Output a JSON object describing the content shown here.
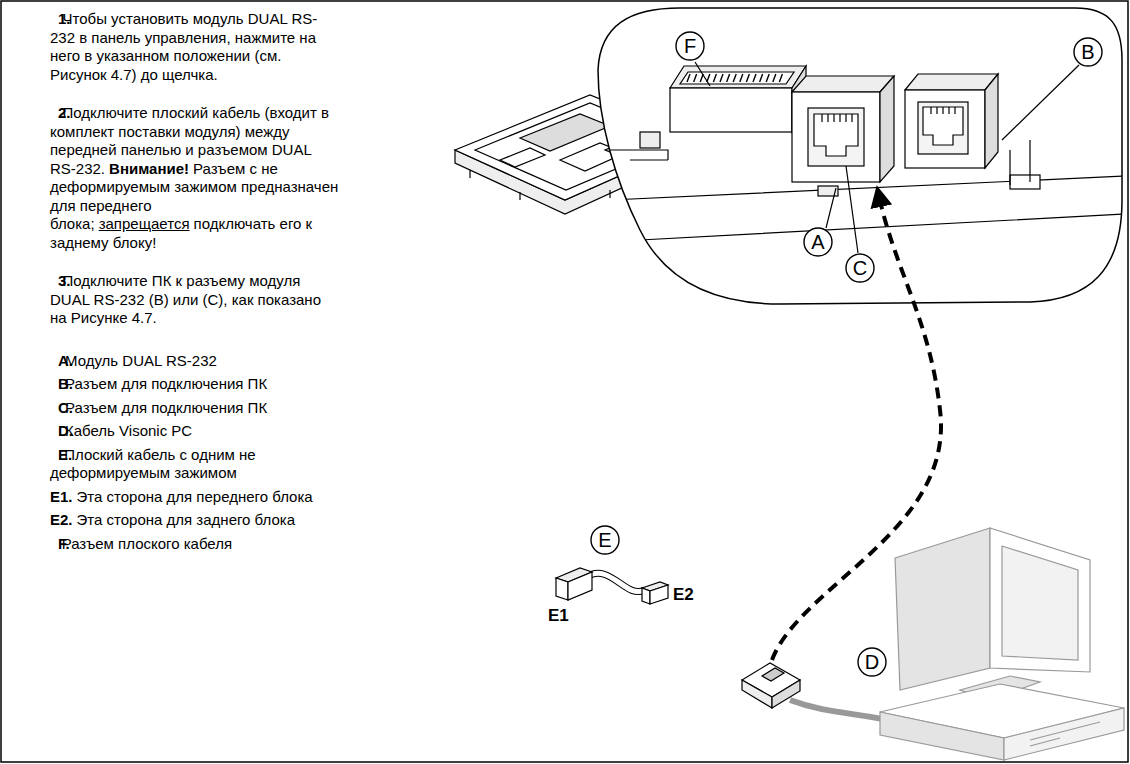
{
  "diagram": {
    "nodes": [
      {
        "text": [
          "F"
        ]
      },
      {
        "text": [
          "B"
        ]
      },
      {
        "text": [
          "A"
        ]
      },
      {
        "text": [
          "C"
        ]
      },
      {
        "text": [
          "E"
        ]
      },
      {
        "text": [
          "D"
        ]
      }
    ],
    "labels": [
      "1.",
      "Чтобы установить модуль DUAL RS-232 в панель управления, нажмите на него в указанном положении (см. Рисунок 4.7) до щелчка.",
      "2.",
      "Подключите плоский кабель (входит в комплект поставки модуля) между передней панелью и разъемом DUAL RS-232.",
      "Внимание!",
      "Разъем с не деформируемым зажимом предназначен для переднего блока;",
      "запрещается",
      "подключать его к заднему блоку!",
      "3.",
      "Подключите ПК к разъему модуля DUAL RS-232 (B) или (C), как показано на Рисунке 4.7.",
      "A.",
      "Модуль DUAL RS-232",
      "B.",
      "Разъем для подключения ПК",
      "C.",
      "Разъем для подключения ПК",
      "D.",
      "Кабель Visonic PC",
      "E.",
      "Плоский кабель с одним не деформируемым зажимом",
      "E1.",
      "Эта сторона для переднего блока",
      "E2.",
      "Эта сторона для заднего блока",
      "F.",
      "Разъем плоского кабеля",
      "E1",
      "E2"
    ]
  }
}
